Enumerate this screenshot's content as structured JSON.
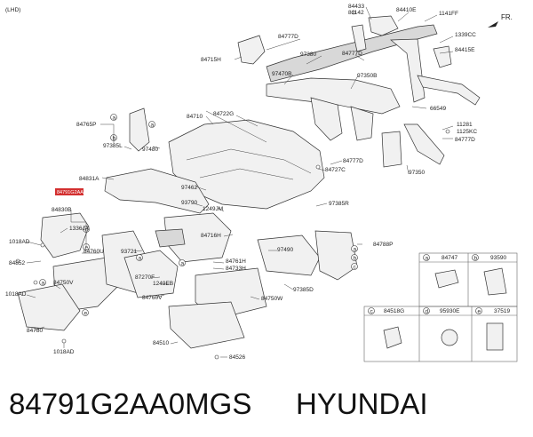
{
  "corner_tag": "(LHD)",
  "direction_label": "FR.",
  "highlighted_part": "84791G2AA0",
  "footer": {
    "part_number": "84791G2AA0MGS",
    "brand": "HYUNDAI"
  },
  "parts": {
    "p84433": "84433",
    "p81142": "81142",
    "p84410E": "84410E",
    "p1141FF": "1141FF",
    "p1339CC": "1339CC",
    "p84415E": "84415E",
    "p84777D_a": "84777D",
    "p84777D_b": "84777D",
    "p97380": "97380",
    "p84715H": "84715H",
    "p97470B": "97470B",
    "p97350B": "97350B",
    "p84722G": "84722G",
    "p84710": "84710",
    "p66549": "66549",
    "p11281": "11281",
    "p1125KC": "1125KC",
    "p84777D_c": "84777D",
    "p84777D_d": "84777D",
    "p84727C": "84727C",
    "p97350": "97350",
    "p84765P": "84765P",
    "p97385L": "97385L",
    "p97480": "97480",
    "p84831A": "84831A",
    "p97462": "97462",
    "p93790": "93790",
    "p1249JM": "1249JM",
    "p97385R": "97385R",
    "p84830B": "84830B",
    "p1336JA": "1336JA",
    "p1018AD_a": "1018AD",
    "p84852": "84852",
    "p84760U": "84760U",
    "p93721": "93721",
    "p84716H": "84716H",
    "p97490": "97490",
    "p84761H": "84761H",
    "p84733H": "84733H",
    "p84788P": "84788P",
    "p84750V": "84750V",
    "p1018AD_b": "1018AD",
    "p87270F": "87270F",
    "p1249EB": "1249EB",
    "p84760V": "84760V",
    "p84750W": "84750W",
    "p97385D": "97385D",
    "p84780": "84780",
    "p1018AD_c": "1018AD",
    "p84510": "84510",
    "p84526": "84526"
  },
  "inset": {
    "a_part": "84747",
    "b_part": "93590",
    "c_part": "84518G",
    "d_part": "95930E",
    "e_part": "37519",
    "a": "a",
    "b": "b",
    "c": "c",
    "d": "d",
    "e": "e"
  }
}
